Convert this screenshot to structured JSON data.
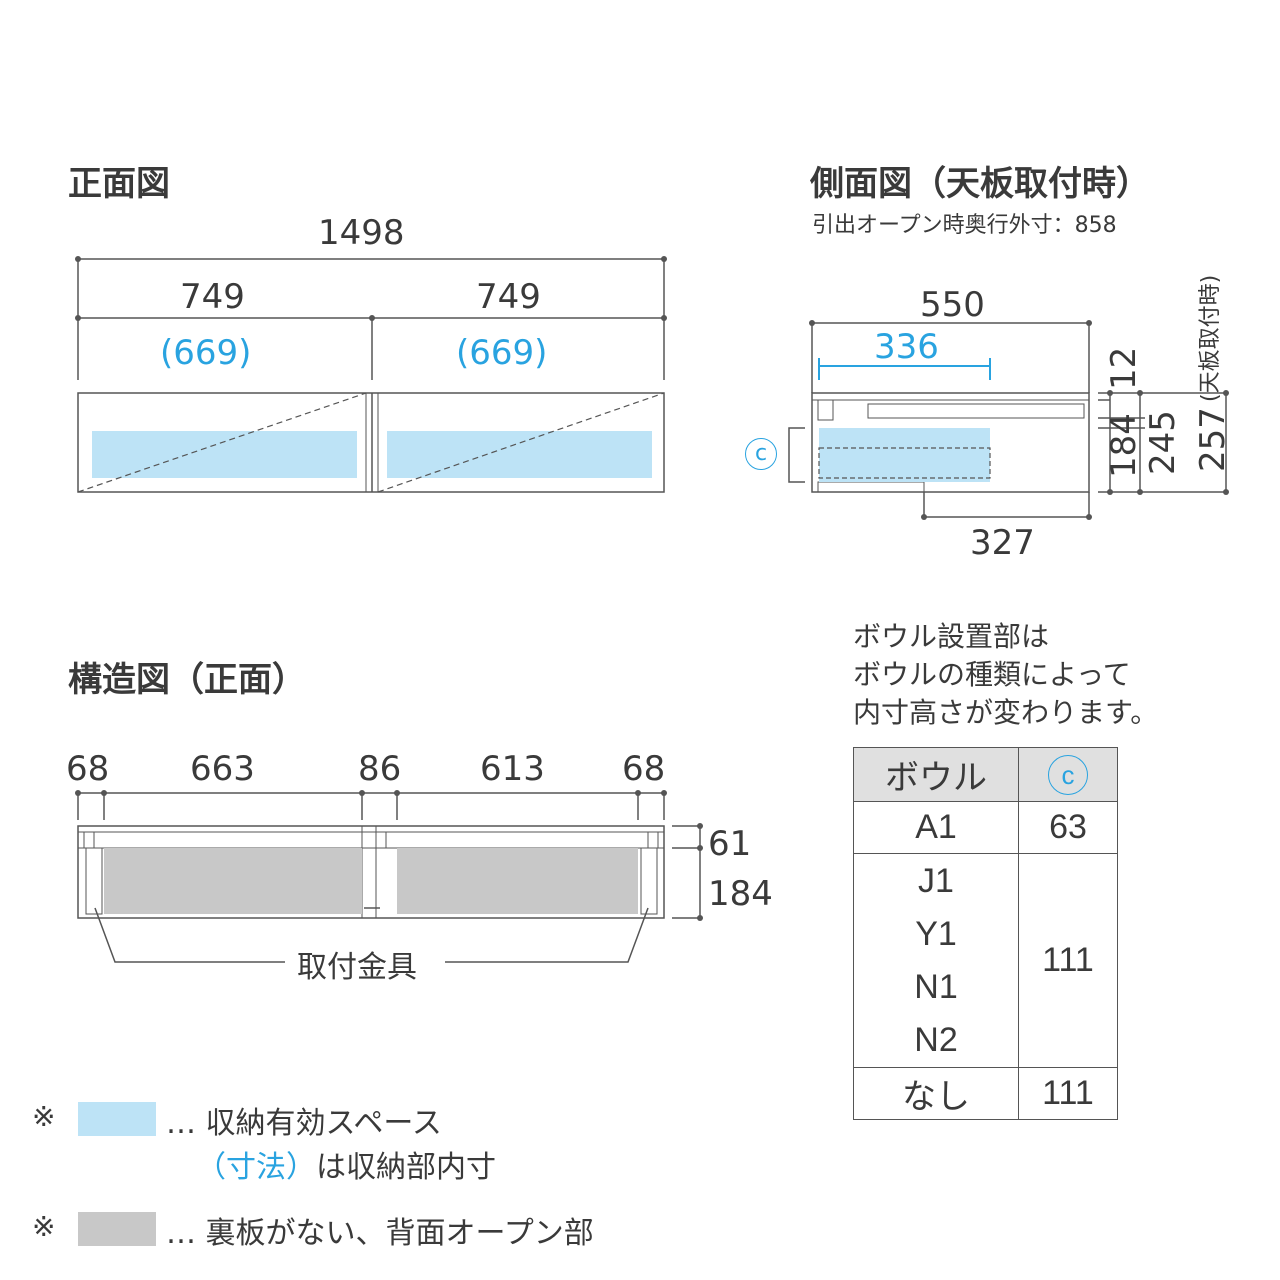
{
  "front_view": {
    "title": "正面図",
    "overall_width": "1498",
    "half_widths": [
      "749",
      "749"
    ],
    "inner_widths": [
      "(669)",
      "(669)"
    ]
  },
  "side_view": {
    "title": "側面図（天板取付時）",
    "subtitle": "引出オープン時奥行外寸：858",
    "depth": "550",
    "inner_depth": "336",
    "bottom_depth": "327",
    "top_thickness": "12",
    "drawer_height": "184",
    "body_height": "245",
    "total_height": "257",
    "total_height_note": "(天板取付時)",
    "c_marker": "c"
  },
  "structure_view": {
    "title": "構造図（正面）",
    "segments": [
      "68",
      "663",
      "86",
      "613",
      "68"
    ],
    "right_dims": [
      "61",
      "184"
    ],
    "bracket_label": "取付金具"
  },
  "bowl_note": {
    "lines": [
      "ボウル設置部は",
      "ボウルの種類によって",
      "内寸高さが変わります。"
    ]
  },
  "bowl_table": {
    "header": [
      "ボウル",
      "c"
    ],
    "rows": [
      {
        "bowl": [
          "A1"
        ],
        "value": "63"
      },
      {
        "bowl": [
          "J1",
          "Y1",
          "N1",
          "N2"
        ],
        "value": "111"
      },
      {
        "bowl": [
          "なし"
        ],
        "value": "111"
      }
    ]
  },
  "legend": [
    {
      "mark": "※",
      "color": "#bde3f6",
      "text": "… 収納有効スペース",
      "sub_blue": "（寸法）",
      "sub_rest": "は収納部内寸"
    },
    {
      "mark": "※",
      "color": "#c8c8c8",
      "text": "… 裏板がない、背面オープン部"
    }
  ],
  "colors": {
    "storage": "#bde3f6",
    "open_back": "#c8c8c8",
    "accent": "#29a3e0",
    "line": "#555555"
  }
}
